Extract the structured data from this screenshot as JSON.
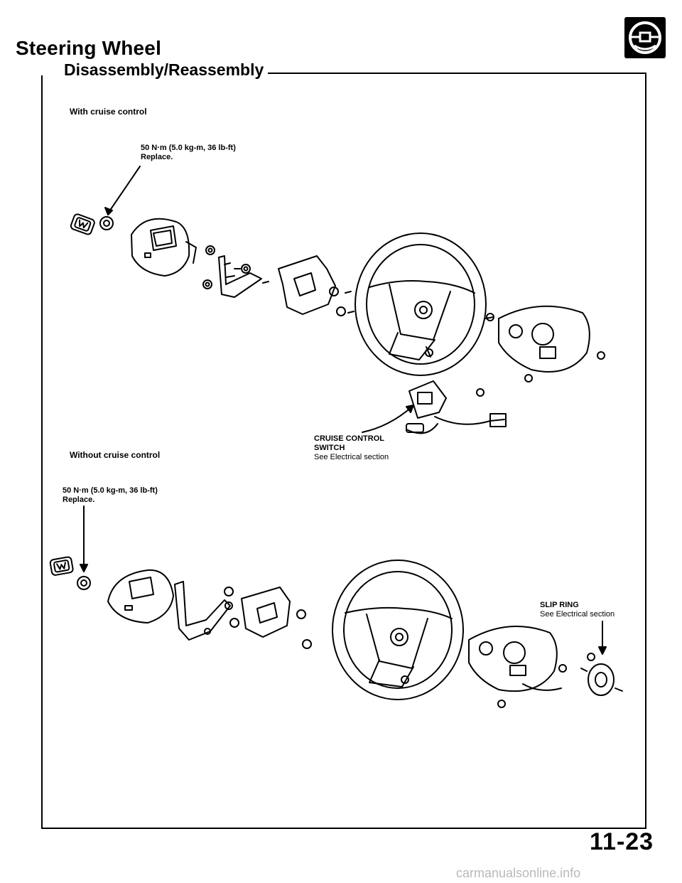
{
  "header": {
    "title": "Steering Wheel",
    "subtitle": "Disassembly/Reassembly"
  },
  "section_with": {
    "label": "With cruise control",
    "torque": "50 N·m (5.0 kg-m, 36 lb-ft)",
    "torque_note": "Replace."
  },
  "section_without": {
    "label": "Without cruise control",
    "torque": "50 N·m (5.0 kg-m, 36 lb-ft)",
    "torque_note": "Replace."
  },
  "callouts": {
    "cruise_switch_line1": "CRUISE CONTROL",
    "cruise_switch_line2": "SWITCH",
    "cruise_switch_ref": "See Electrical section",
    "slip_ring_line1": "SLIP RING",
    "slip_ring_ref": "See Electrical section"
  },
  "footer": {
    "page_number": "11-23",
    "watermark": "carmanualsonline.info"
  }
}
